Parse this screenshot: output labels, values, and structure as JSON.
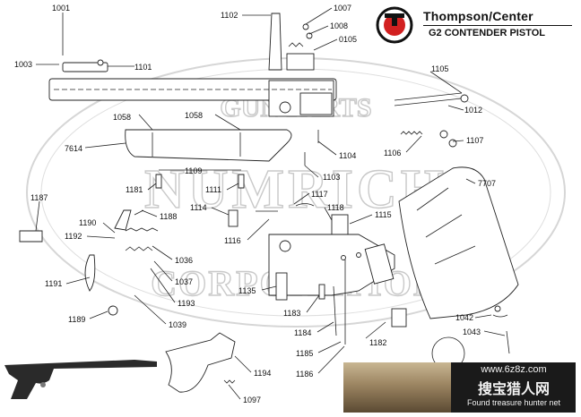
{
  "brand": {
    "title": "Thompson/Center",
    "subtitle": "G2 CONTENDER PISTOL",
    "logo_icon": "tc-logo-icon",
    "logo_color": "#d22020"
  },
  "watermark": {
    "line1": "GUN PARTS",
    "line2": "NUMRICH",
    "line3": "CORPORATION"
  },
  "parts": {
    "p1001": "1001",
    "p1003": "1003",
    "p1101": "1101",
    "p1102": "1102",
    "p1007": "1007",
    "p1008": "1008",
    "p0105": "0105",
    "p1105": "1105",
    "p1012": "1012",
    "p1058a": "1058",
    "p1058b": "1058",
    "p7614": "7614",
    "p1104": "1104",
    "p1106": "1106",
    "p1107": "1107",
    "p1109": "1109",
    "p1103": "1103",
    "p7707": "7707",
    "p1181": "1181",
    "p1111": "1111",
    "p1117": "1117",
    "p1187": "1187",
    "p1114": "1114",
    "p1118": "1118",
    "p1190": "1190",
    "p1188": "1188",
    "p1115": "1115",
    "p1192": "1192",
    "p1116": "1116",
    "p1036": "1036",
    "p1191": "1191",
    "p1037": "1037",
    "p1193": "1193",
    "p1135": "1135",
    "p1189": "1189",
    "p1039": "1039",
    "p1183": "1183",
    "p1042": "1042",
    "p1184": "1184",
    "p1043": "1043",
    "p1182": "1182",
    "p1185": "1185",
    "p1194": "1194",
    "p1186": "1186",
    "p1097": "1097"
  },
  "photo": {
    "url": "www.6z8z.com",
    "cn": "搜宝猎人网",
    "en": "Found treasure hunter net"
  },
  "colors": {
    "line": "#222222",
    "watermark": "#c9c9c9"
  }
}
